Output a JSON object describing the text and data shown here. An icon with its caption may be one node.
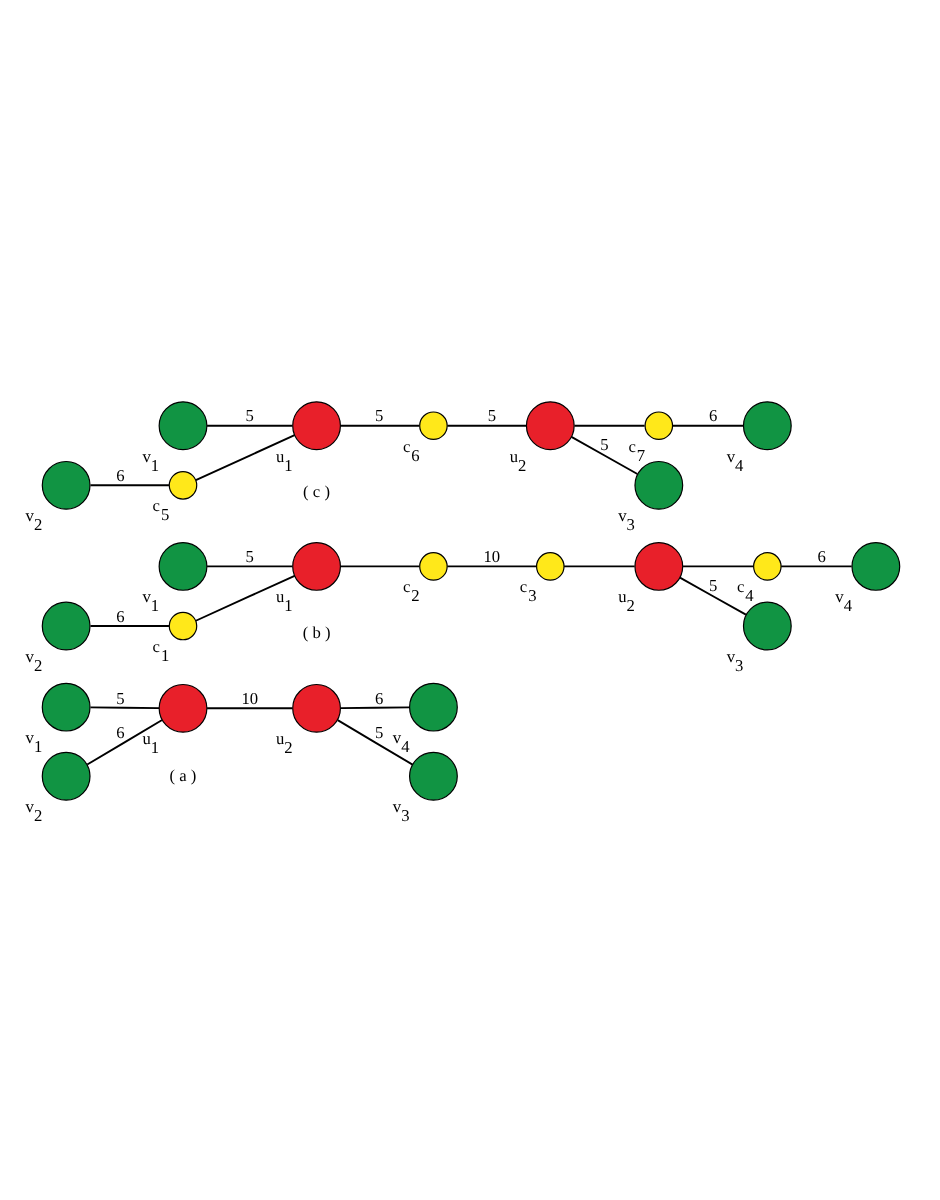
{
  "diagram": {
    "nodes": [
      {
        "text": [],
        "shape": "circle",
        "beside": [
          "v$_{1}$"
        ]
      },
      {
        "text": [],
        "shape": "circle",
        "beside": [
          "v$_{2}$"
        ]
      },
      {
        "text": [],
        "shape": "circle",
        "beside": [
          "u$_{1}$"
        ]
      },
      {
        "text": [],
        "shape": "circle",
        "beside": [
          "u$_{2}$"
        ]
      },
      {
        "text": [],
        "shape": "circle",
        "beside": [
          "v$_{3}$"
        ]
      },
      {
        "text": [],
        "shape": "circle",
        "beside": [
          "v$_{4}$"
        ]
      },
      {
        "text": [],
        "shape": "circle",
        "beside": [
          "v$_{1}$"
        ]
      },
      {
        "text": [],
        "shape": "circle",
        "beside": [
          "v$_{2}$"
        ]
      },
      {
        "text": [],
        "shape": "circle",
        "beside": [
          "c$_{1}$"
        ]
      },
      {
        "text": [],
        "shape": "circle",
        "beside": [
          "u$_{1}$"
        ]
      },
      {
        "text": [],
        "shape": "circle",
        "beside": [
          "c$_{2}$"
        ]
      },
      {
        "text": [],
        "shape": "circle",
        "beside": [
          "c$_{3}$"
        ]
      },
      {
        "text": [],
        "shape": "circle",
        "beside": [
          "u$_{2}$"
        ]
      },
      {
        "text": [],
        "shape": "circle",
        "beside": [
          "v$_{3}$"
        ]
      },
      {
        "text": [],
        "shape": "circle",
        "beside": [
          "c$_{4}$"
        ]
      },
      {
        "text": [],
        "shape": "circle",
        "beside": [
          "v$_{4}$"
        ]
      },
      {
        "text": [],
        "shape": "circle",
        "beside": [
          "v$_{1}$"
        ]
      },
      {
        "text": [],
        "shape": "circle",
        "beside": [
          "v$_{2}$"
        ]
      },
      {
        "text": [],
        "shape": "circle",
        "beside": [
          "c$_{5}$"
        ]
      },
      {
        "text": [],
        "shape": "circle",
        "beside": [
          "u$_{1}$"
        ]
      },
      {
        "text": [],
        "shape": "circle",
        "beside": [
          "c$_{6}$"
        ]
      },
      {
        "text": [],
        "shape": "circle",
        "beside": [
          "u$_{2}$"
        ]
      },
      {
        "text": [],
        "shape": "circle",
        "beside": [
          "v$_{3}$"
        ]
      },
      {
        "text": [],
        "shape": "circle",
        "beside": [
          "c$_{7}$"
        ]
      },
      {
        "text": [],
        "shape": "circle",
        "beside": [
          "v$_{4}$"
        ]
      }
    ],
    "edges": [
      {
        "from": 0,
        "to": 2,
        "arrow": "none",
        "label": "5"
      },
      {
        "from": 1,
        "to": 2,
        "arrow": "none",
        "label": "6"
      },
      {
        "from": 2,
        "to": 3,
        "arrow": "none",
        "label": "10"
      },
      {
        "from": 3,
        "to": 4,
        "arrow": "none",
        "label": "5"
      },
      {
        "from": 3,
        "to": 5,
        "arrow": "none",
        "label": "6"
      },
      {
        "from": 6,
        "to": 9,
        "arrow": "none",
        "label": "5"
      },
      {
        "from": 7,
        "to": 8,
        "arrow": "none",
        "label": "6"
      },
      {
        "from": 8,
        "to": 9,
        "arrow": "none"
      },
      {
        "from": 9,
        "to": 10,
        "arrow": "none"
      },
      {
        "from": 10,
        "to": 11,
        "arrow": "none",
        "label": "10"
      },
      {
        "from": 11,
        "to": 12,
        "arrow": "none"
      },
      {
        "from": 12,
        "to": 13,
        "arrow": "none",
        "label": "5"
      },
      {
        "from": 12,
        "to": 14,
        "arrow": "none"
      },
      {
        "from": 14,
        "to": 15,
        "arrow": "none",
        "label": "6"
      },
      {
        "from": 16,
        "to": 19,
        "arrow": "none",
        "label": "5"
      },
      {
        "from": 17,
        "to": 18,
        "arrow": "none",
        "label": "6"
      },
      {
        "from": 18,
        "to": 19,
        "arrow": "none"
      },
      {
        "from": 19,
        "to": 20,
        "arrow": "none",
        "label": "5"
      },
      {
        "from": 20,
        "to": 21,
        "arrow": "none",
        "label": "5"
      },
      {
        "from": 21,
        "to": 22,
        "arrow": "none",
        "label": "5"
      },
      {
        "from": 21,
        "to": 23,
        "arrow": "none"
      },
      {
        "from": 23,
        "to": 24,
        "arrow": "none",
        "label": "6"
      }
    ],
    "labels": [
      "( a )",
      "( b )",
      "( c )"
    ]
  }
}
